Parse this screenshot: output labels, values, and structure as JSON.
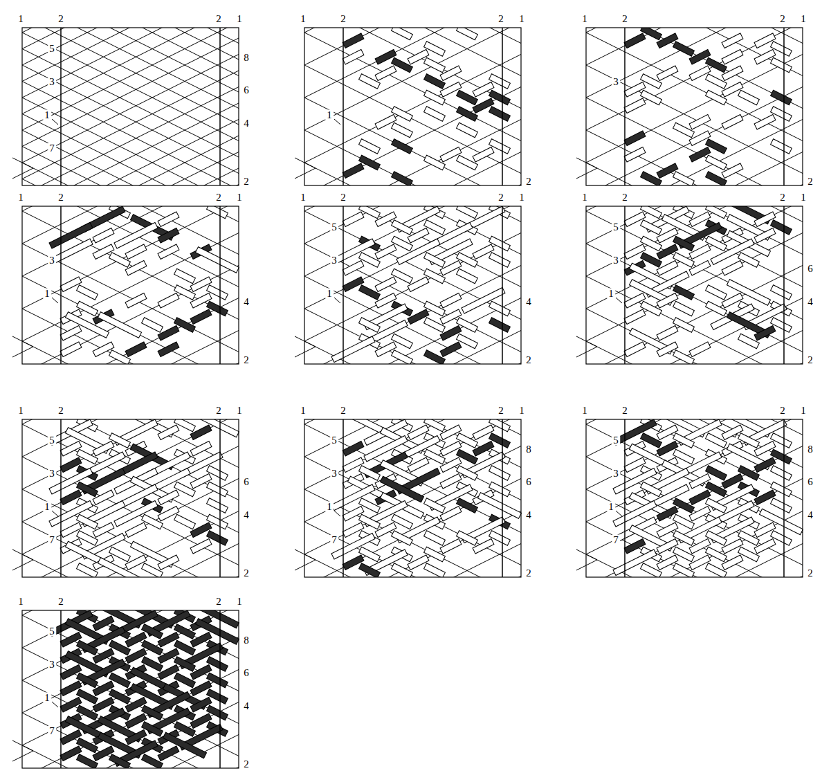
{
  "diagram": {
    "labels": [
      "1",
      "2",
      "2",
      "1",
      "5",
      "3",
      "1",
      "7",
      "8",
      "6",
      "4",
      "2",
      "1",
      "2",
      "2",
      "1",
      "1",
      "2",
      "1",
      "2",
      "2",
      "1",
      "3",
      "2",
      "1",
      "2",
      "2",
      "1",
      "3",
      "1",
      "4",
      "2",
      "1",
      "2",
      "2",
      "1",
      "5",
      "3",
      "1",
      "4",
      "2",
      "1",
      "2",
      "2",
      "1",
      "5",
      "3",
      "1",
      "6",
      "4",
      "2",
      "1",
      "2",
      "2",
      "1",
      "5",
      "3",
      "1",
      "7",
      "6",
      "4",
      "2",
      "1",
      "2",
      "2",
      "1",
      "5",
      "3",
      "1",
      "7",
      "8",
      "6",
      "4",
      "2",
      "1",
      "2",
      "2",
      "1",
      "5",
      "3",
      "1",
      "7",
      "8",
      "6",
      "4",
      "2",
      "1",
      "2",
      "2",
      "1",
      "5",
      "3",
      "1",
      "7",
      "8",
      "6",
      "4",
      "2"
    ]
  }
}
